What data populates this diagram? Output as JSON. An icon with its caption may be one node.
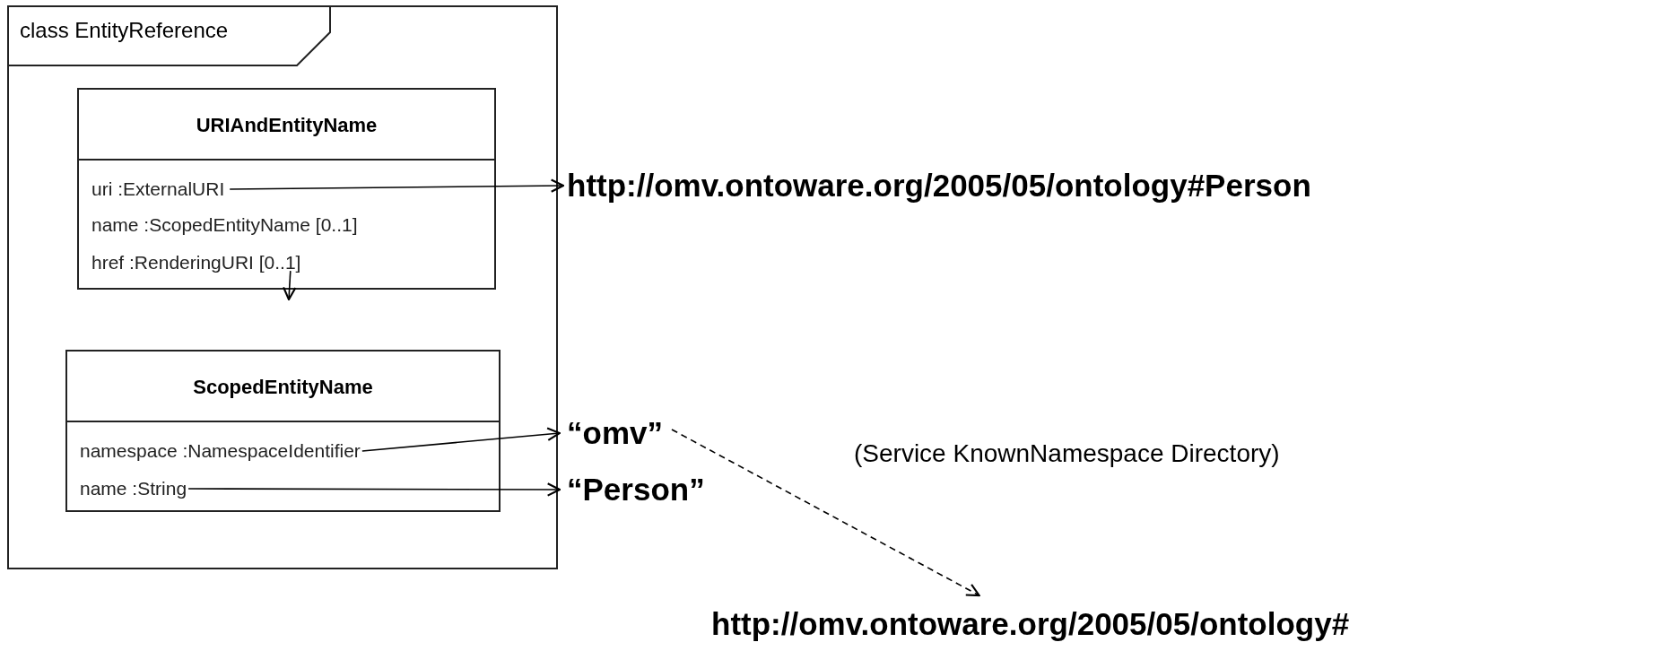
{
  "diagram": {
    "nodes": [
      {
        "text": [
          "class EntityReference"
        ]
      },
      {
        "text": [
          "URIAndEntityName"
        ],
        "in": 0
      },
      {
        "text": [
          "uri :ExternalURI"
        ],
        "in": 1
      },
      {
        "text": [
          "name :ScopedEntityName [0..1]"
        ],
        "in": 1
      },
      {
        "text": [
          "href :RenderingURI [0..1]"
        ],
        "in": 1
      },
      {
        "text": [
          "ScopedEntityName"
        ],
        "in": 0
      },
      {
        "text": [
          "namespace :NamespaceIdentifier"
        ],
        "in": 5
      },
      {
        "text": [
          "name :String"
        ],
        "in": 5
      },
      {
        "text": [
          "http://omv.ontoware.org/2005/05/ontology#Person"
        ]
      },
      {
        "text": [
          "“omv”"
        ]
      },
      {
        "text": [
          "“Person”"
        ]
      },
      {
        "text": [
          "http://omv.ontoware.org/2005/05/ontology#"
        ]
      }
    ],
    "edges": [
      {
        "from": 2,
        "to": 8,
        "arrow": "to"
      },
      {
        "from": 4,
        "to": null,
        "arrow": "to"
      },
      {
        "from": 6,
        "to": 9,
        "arrow": "to"
      },
      {
        "from": 7,
        "to": 10,
        "arrow": "to"
      },
      {
        "from": 9,
        "to": 11,
        "arrow": "to",
        "style": "dashed"
      }
    ],
    "labels": [
      "(Service KnownNamespace Directory)"
    ]
  }
}
